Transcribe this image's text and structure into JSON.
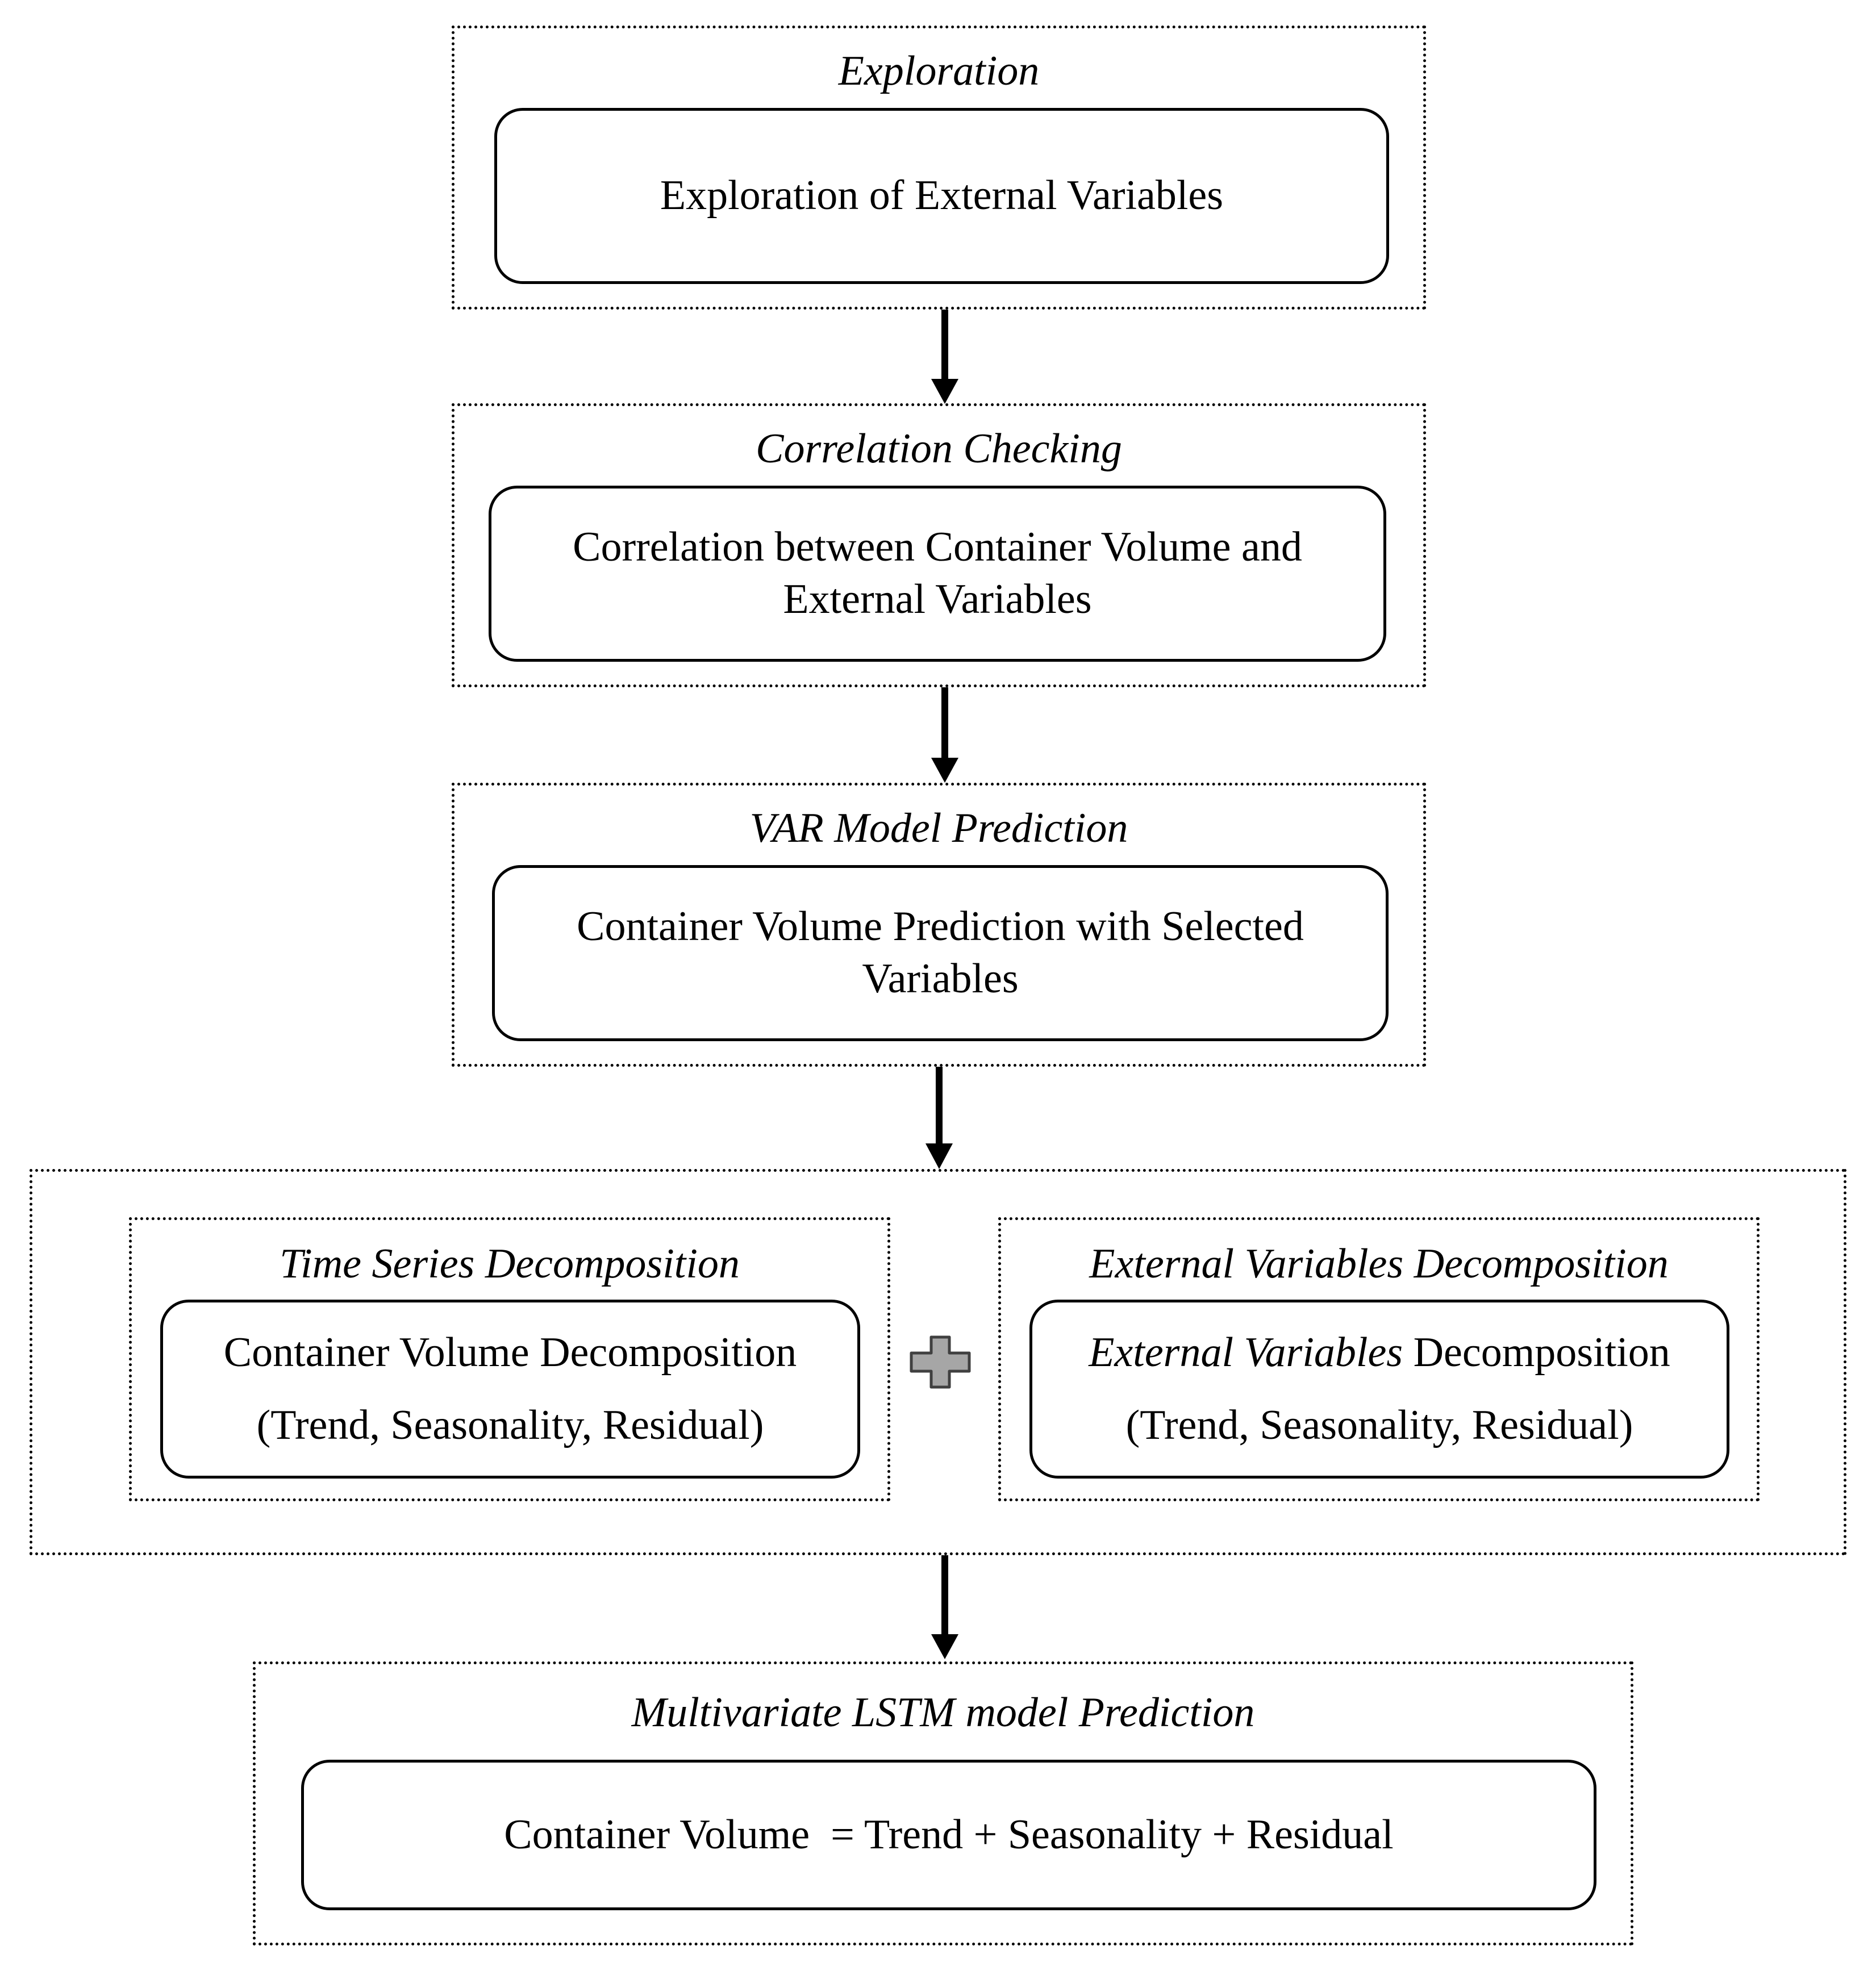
{
  "stages": {
    "exploration": {
      "title": "Exploration",
      "box_lines": [
        "Exploration of External Variables"
      ]
    },
    "correlation": {
      "title": "Correlation Checking",
      "box_lines": [
        "Correlation between Container Volume and",
        "External Variables"
      ]
    },
    "var_model": {
      "title": "VAR Model Prediction",
      "box_lines": [
        "Container Volume Prediction with Selected",
        "Variables"
      ]
    },
    "decomposition": {
      "time_series": {
        "title": "Time Series Decomposition",
        "box_lines": [
          "Container Volume Decomposition",
          "(Trend, Seasonality, Residual)"
        ]
      },
      "external": {
        "title": "External Variables Decomposition",
        "box_line1_italic": "External Variables",
        "box_line1_rest": " Decomposition",
        "box_line2": "(Trend, Seasonality, Residual)"
      }
    },
    "lstm": {
      "title": "Multivariate LSTM model Prediction",
      "box_lines": [
        "Container Volume  = Trend + Seasonality + Residual"
      ]
    }
  },
  "icons": {
    "arrow": "down-arrow-icon",
    "plus": "plus-icon",
    "plus_color": "#a6a6a6"
  }
}
